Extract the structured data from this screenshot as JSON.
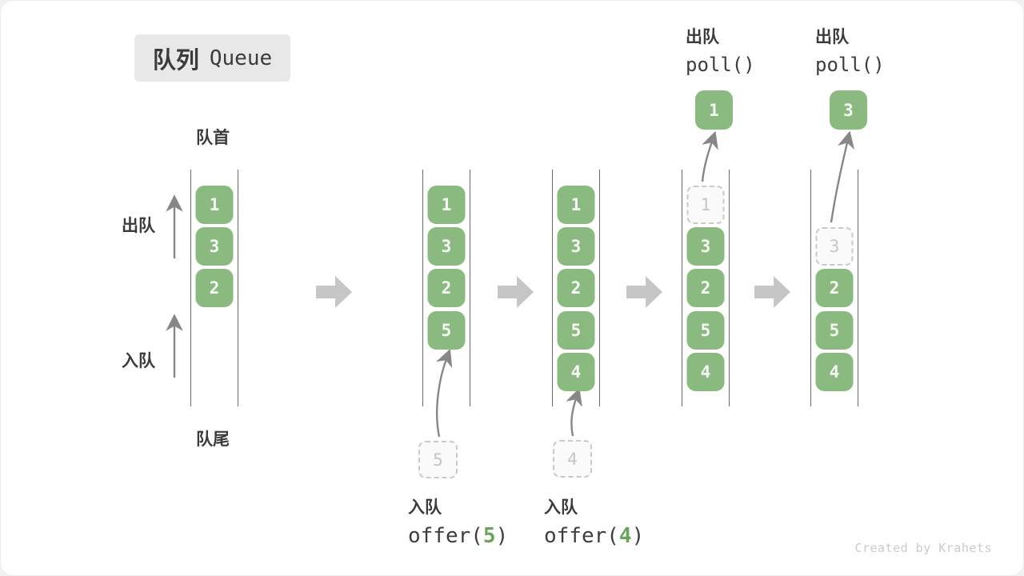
{
  "title": {
    "zh": "队列",
    "en": "Queue"
  },
  "side_labels": {
    "front": "队首",
    "rear": "队尾",
    "dequeue": "出队",
    "enqueue": "入队"
  },
  "queues": [
    {
      "name": "state-initial",
      "slots": [
        {
          "v": "1",
          "kind": "solid"
        },
        {
          "v": "3",
          "kind": "solid"
        },
        {
          "v": "2",
          "kind": "solid"
        }
      ]
    },
    {
      "name": "state-after-offer-5",
      "slots": [
        {
          "v": "1",
          "kind": "solid"
        },
        {
          "v": "3",
          "kind": "solid"
        },
        {
          "v": "2",
          "kind": "solid"
        },
        {
          "v": "5",
          "kind": "solid"
        }
      ]
    },
    {
      "name": "state-after-offer-4",
      "slots": [
        {
          "v": "1",
          "kind": "solid"
        },
        {
          "v": "3",
          "kind": "solid"
        },
        {
          "v": "2",
          "kind": "solid"
        },
        {
          "v": "5",
          "kind": "solid"
        },
        {
          "v": "4",
          "kind": "solid"
        }
      ]
    },
    {
      "name": "state-after-poll-1",
      "slots": [
        {
          "v": "1",
          "kind": "ghost"
        },
        {
          "v": "3",
          "kind": "solid"
        },
        {
          "v": "2",
          "kind": "solid"
        },
        {
          "v": "5",
          "kind": "solid"
        },
        {
          "v": "4",
          "kind": "solid"
        }
      ]
    },
    {
      "name": "state-after-poll-3",
      "slots": [
        {
          "v": "",
          "kind": "empty"
        },
        {
          "v": "3",
          "kind": "ghost"
        },
        {
          "v": "2",
          "kind": "solid"
        },
        {
          "v": "5",
          "kind": "solid"
        },
        {
          "v": "4",
          "kind": "solid"
        }
      ]
    }
  ],
  "enqueue_ops": [
    {
      "label": "入队",
      "fn_open": "offer(",
      "arg": "5",
      "fn_close": ")",
      "pending": "5"
    },
    {
      "label": "入队",
      "fn_open": "offer(",
      "arg": "4",
      "fn_close": ")",
      "pending": "4"
    }
  ],
  "dequeue_ops": [
    {
      "label": "出队",
      "fn": "poll()",
      "result": "1"
    },
    {
      "label": "出队",
      "fn": "poll()",
      "result": "3"
    }
  ],
  "watermark": "Created by Krahets",
  "colors": {
    "block_green": "#8bba80",
    "code_arg_green": "#68a55b",
    "flow_arrow_gray": "#c6c6c6",
    "thin_arrow_gray": "#878787",
    "queue_line_gray": "#6b6b6b",
    "title_bg": "#e8e8e8",
    "ghost_border": "#c9c9c9",
    "text_dark": "#3b3b3b",
    "watermark_gray": "#cbcbcb"
  }
}
